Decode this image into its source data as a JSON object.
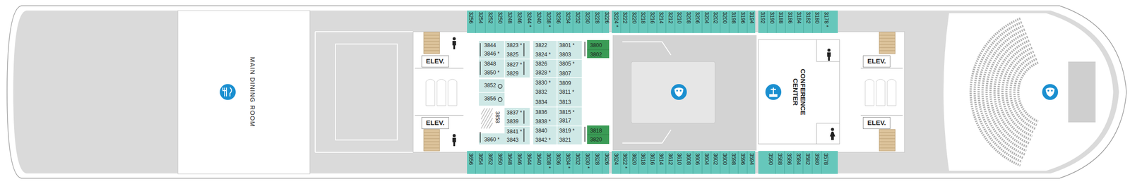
{
  "diagram": {
    "nodes": [
      {
        "text": [
          "MAIN DINING ROOM"
        ]
      },
      {
        "text": [
          "ELEV."
        ]
      },
      {
        "text": [
          "ELEV."
        ]
      },
      {
        "text": [
          "CONFERENCE CENTER"
        ]
      },
      {
        "text": [
          "ELEV."
        ]
      },
      {
        "text": [
          "ELEV."
        ]
      }
    ],
    "labels": [
      "3256",
      "3254",
      "3252",
      "3250",
      "3248",
      "3246",
      "3244 *",
      "3240",
      "3238 *",
      "3236",
      "3234",
      "3232",
      "3230",
      "3228",
      "3226",
      "3224 *",
      "3222",
      "3220",
      "3218",
      "3216",
      "3214",
      "3212",
      "3210",
      "3208",
      "3206",
      "3204",
      "3202",
      "3200",
      "3198",
      "3196",
      "3194",
      "3192",
      "3190",
      "3188",
      "3186",
      "3184",
      "3182",
      "3180",
      "3178 *",
      "3656",
      "3654",
      "3652",
      "3650",
      "3648",
      "3646",
      "3644",
      "3640",
      "3638 *",
      "3636",
      "3634 *",
      "3632",
      "3630 *",
      "3628",
      "3626",
      "3624",
      "3622 *",
      "3620",
      "3618",
      "3616",
      "3614",
      "3612",
      "3610",
      "3608",
      "3606",
      "3604",
      "3602",
      "3600",
      "3598",
      "3596",
      "3594",
      "3590",
      "3588",
      "3586",
      "3584",
      "3582",
      "3580",
      "3578",
      "3844",
      "3846 *",
      "3848",
      "3850 *",
      "3852",
      "3856",
      "3858",
      "3860 *",
      "3823 *",
      "3825",
      "3827 *",
      "3829",
      "3837 *",
      "3839",
      "3841 *",
      "3843",
      "3822",
      "3824 *",
      "3826",
      "3828 *",
      "3830 *",
      "3832",
      "3834",
      "3836",
      "3838 *",
      "3840",
      "3842 *",
      "3801 *",
      "3803",
      "3805 *",
      "3807",
      "3809",
      "3811 *",
      "3813",
      "3815 *",
      "3817",
      "3819 *",
      "3821",
      "3800",
      "3802",
      "3818",
      "3820"
    ]
  }
}
